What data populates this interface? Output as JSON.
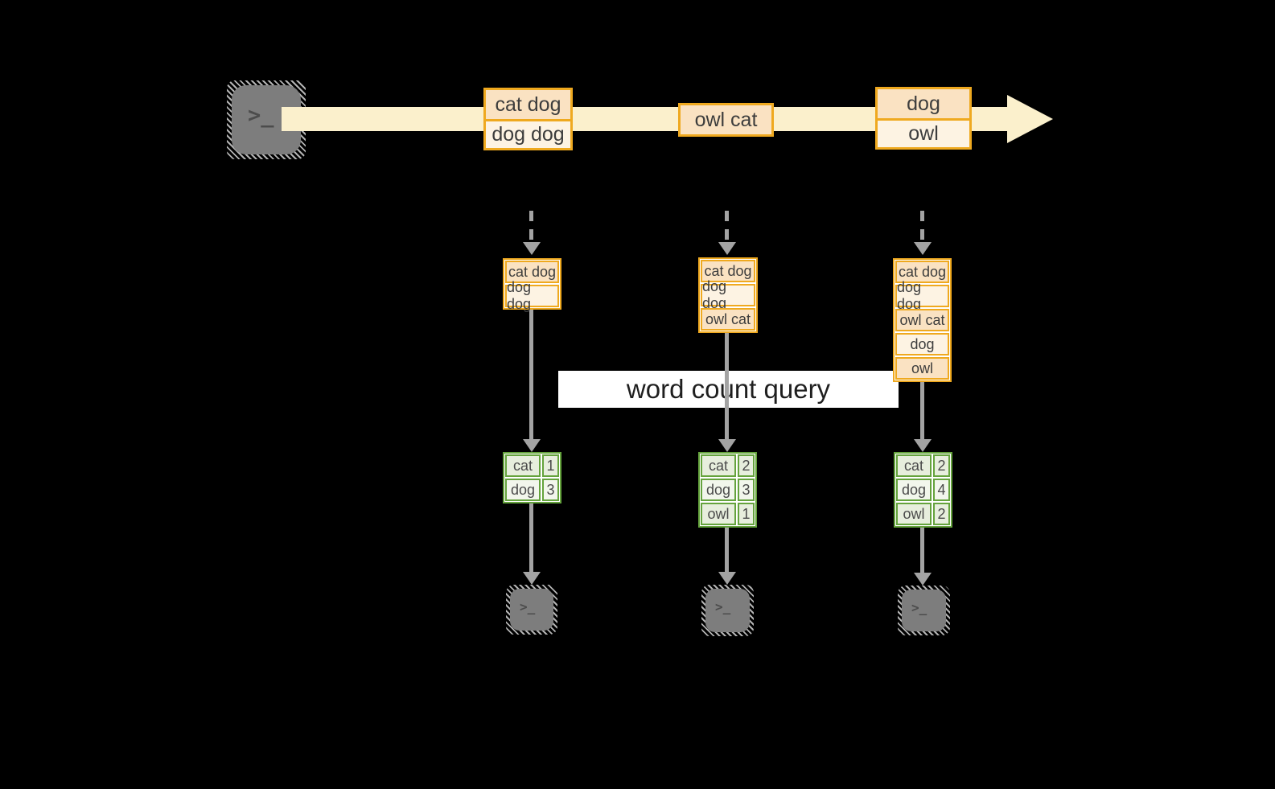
{
  "colors": {
    "background": "#000000",
    "stream_band": "#fbf0cc",
    "orange_border": "#efa91f",
    "batch_fill_dark": "#fae2c2",
    "batch_fill_light": "#fdf3e3",
    "green_border": "#65a33d",
    "result_fill_dark": "#e7eedd",
    "result_fill_light": "#f2f6ec",
    "arrow_gray": "#a3a3a3",
    "terminal_gray": "#7d7d7d",
    "label_background": "#ffffff"
  },
  "source_terminal": {
    "glyph": ">_"
  },
  "sink_terminal": {
    "glyph": ">_"
  },
  "stream_batches": [
    {
      "rows": [
        "cat dog",
        "dog dog"
      ]
    },
    {
      "rows": [
        "owl cat"
      ]
    },
    {
      "rows": [
        "dog",
        "owl"
      ]
    }
  ],
  "query_label": "word count query",
  "columns": [
    {
      "micro_batch": [
        "cat dog",
        "dog dog"
      ],
      "word_counts": [
        {
          "word": "cat",
          "count": "1"
        },
        {
          "word": "dog",
          "count": "3"
        }
      ]
    },
    {
      "micro_batch": [
        "cat dog",
        "dog dog",
        "owl cat"
      ],
      "word_counts": [
        {
          "word": "cat",
          "count": "2"
        },
        {
          "word": "dog",
          "count": "3"
        },
        {
          "word": "owl",
          "count": "1"
        }
      ]
    },
    {
      "micro_batch": [
        "cat dog",
        "dog dog",
        "owl cat",
        "dog",
        "owl"
      ],
      "word_counts": [
        {
          "word": "cat",
          "count": "2"
        },
        {
          "word": "dog",
          "count": "4"
        },
        {
          "word": "owl",
          "count": "2"
        }
      ]
    }
  ]
}
